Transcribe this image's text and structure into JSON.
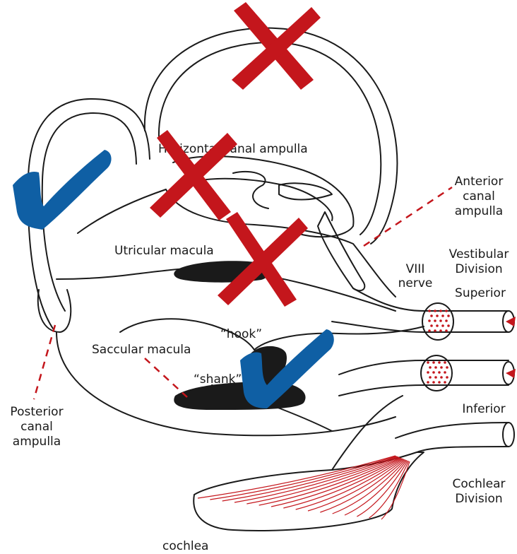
{
  "labels": {
    "horizontal_canal_ampulla": "Horizontal canal ampulla",
    "anterior_canal_ampulla": [
      "Anterior",
      "canal",
      "ampulla"
    ],
    "utricular_macula": "Utricular macula",
    "vestibular_division": [
      "Vestibular",
      "Division"
    ],
    "viii_nerve": [
      "VIII",
      "nerve"
    ],
    "superior": "Superior",
    "hook": "“hook”",
    "saccular_macula": "Saccular macula",
    "shank": "“shank”",
    "inferior": "Inferior",
    "posterior_canal_ampulla": [
      "Posterior",
      "canal",
      "ampulla"
    ],
    "cochlear_division": [
      "Cochlear",
      "Division"
    ],
    "cochlea": "cochlea"
  },
  "marks": {
    "cross_icon_names": [
      "cross-icon",
      "cross-icon",
      "cross-icon"
    ],
    "check_icon_names": [
      "check-icon",
      "check-icon"
    ]
  },
  "colors": {
    "cross": "#c4161c",
    "check": "#0f5fa4",
    "macula": "#1a1a1a",
    "leader": "#c4161c",
    "fibers": "#c4161c",
    "outline": "#1a1a1a"
  }
}
